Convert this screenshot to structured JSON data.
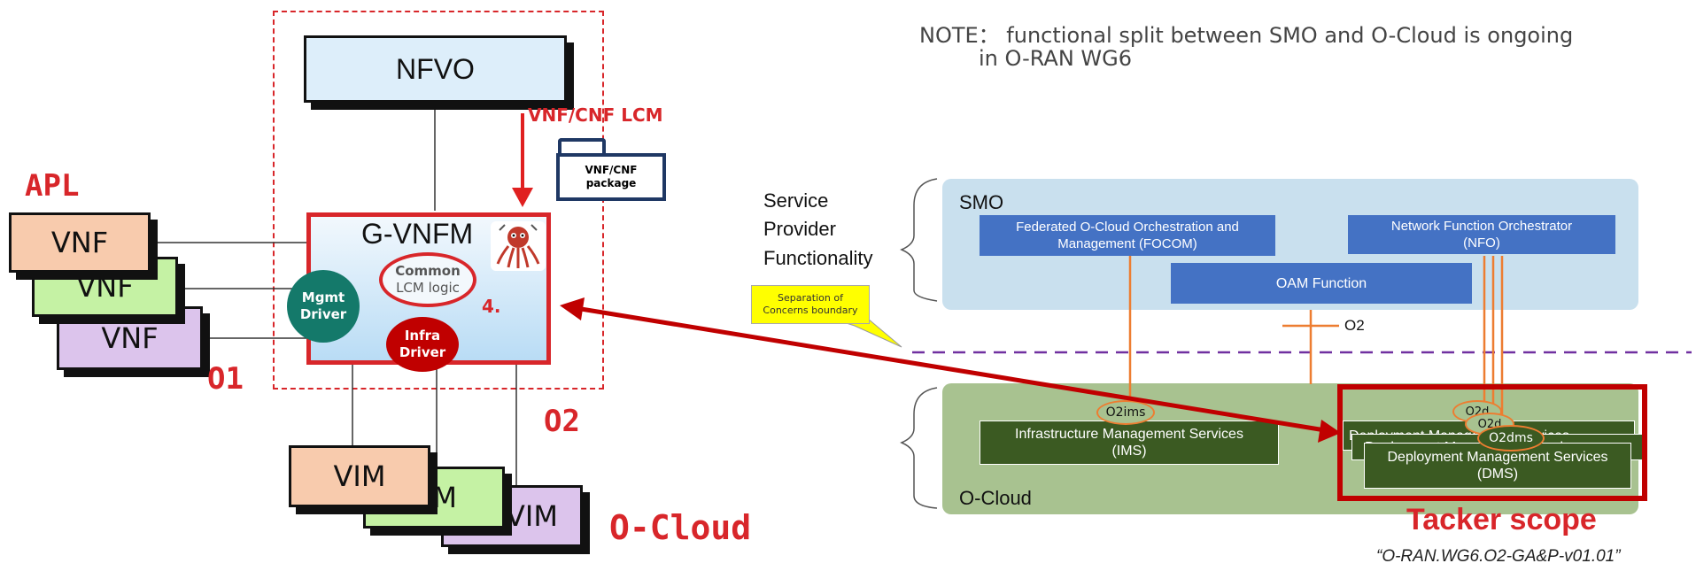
{
  "left": {
    "nfvo": "NFVO",
    "apl": "APL",
    "vnf_labels": [
      "VNF",
      "VNF",
      "VNF"
    ],
    "gvnfm": "G-VNFM",
    "vnf_cnf_lcm": "VNF/CNF LCM",
    "package_line1": "VNF/CNF",
    "package_line2": "package",
    "common_line1": "Common",
    "common_line2": "LCM logic",
    "step_number": "4.",
    "mgmt_line1": "Mgmt",
    "mgmt_line2": "Driver",
    "infra_line1": "Infra",
    "infra_line2": "Driver",
    "o1": "O1",
    "o2": "O2",
    "vim_labels": [
      "VIM",
      "VIM",
      "VIM"
    ],
    "ocloud": "O-Cloud"
  },
  "right": {
    "note_line1": "NOTE： functional split between SMO and O-Cloud is ongoing",
    "note_line2": "in O-RAN WG6",
    "service_provider": [
      "Service",
      "Provider",
      "Functionality"
    ],
    "smo_title": "SMO",
    "focom": "Federated O-Cloud Orchestration and Management (FOCOM)",
    "nfo": "Network Function Orchestrator (NFO)",
    "oam": "OAM Function",
    "separation_line1": "Separation of",
    "separation_line2": "Concerns boundary",
    "o2_label": "O2",
    "o2ims": "O2ims",
    "o2dms_stack": [
      "O2d",
      "O2d",
      "O2dms"
    ],
    "ims": "Infrastructure Management Services (IMS)",
    "dms_back1": "Deployment Management Services",
    "dms_back2": "Deployment Management Services",
    "dms_front": "Deployment Management Services (DMS)",
    "ocloud_title": "O-Cloud",
    "tacker_scope": "Tacker scope",
    "citation": "“O-RAN.WG6.O2-GA&P-v01.01”"
  },
  "colors": {
    "red": "#d8262a",
    "dark_red": "#c00000",
    "vnf_orange": "#f8cbad",
    "vnf_green": "#c5f2a4",
    "vnf_purple": "#dcc4ec",
    "nfvo_blue": "#ddeefa",
    "gvnfm_blue": "#c7e3f7",
    "smo_bg": "#c9e0ee",
    "smo_box": "#4472c4",
    "ocloud_bg": "#a8c290",
    "dms_green": "#3b5a22",
    "orange_line": "#ed7d31",
    "purple_dash": "#7030a0",
    "teal": "#14796a",
    "navy": "#1f3864",
    "yellow": "#ffff00"
  }
}
